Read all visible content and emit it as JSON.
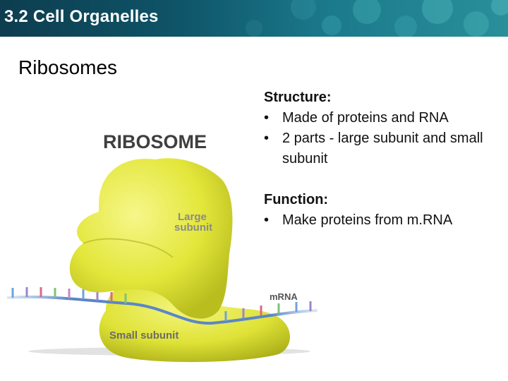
{
  "header": {
    "title": "3.2 Cell Organelles"
  },
  "slide": {
    "title": "Ribosomes"
  },
  "structure": {
    "heading": "Structure:",
    "items": [
      "Made of proteins and RNA",
      "2 parts - large subunit and small subunit"
    ]
  },
  "function": {
    "heading": "Function:",
    "items": [
      "Make proteins from m.RNA"
    ]
  },
  "figure": {
    "title": "RIBOSOME",
    "large_label_1": "Large",
    "large_label_2": "subunit",
    "mrna_label": "mRNA",
    "small_label": "Small subunit"
  },
  "colors": {
    "ribosome": "#e3e63a",
    "strand": "#5a86c8",
    "header": "#0f5468"
  }
}
